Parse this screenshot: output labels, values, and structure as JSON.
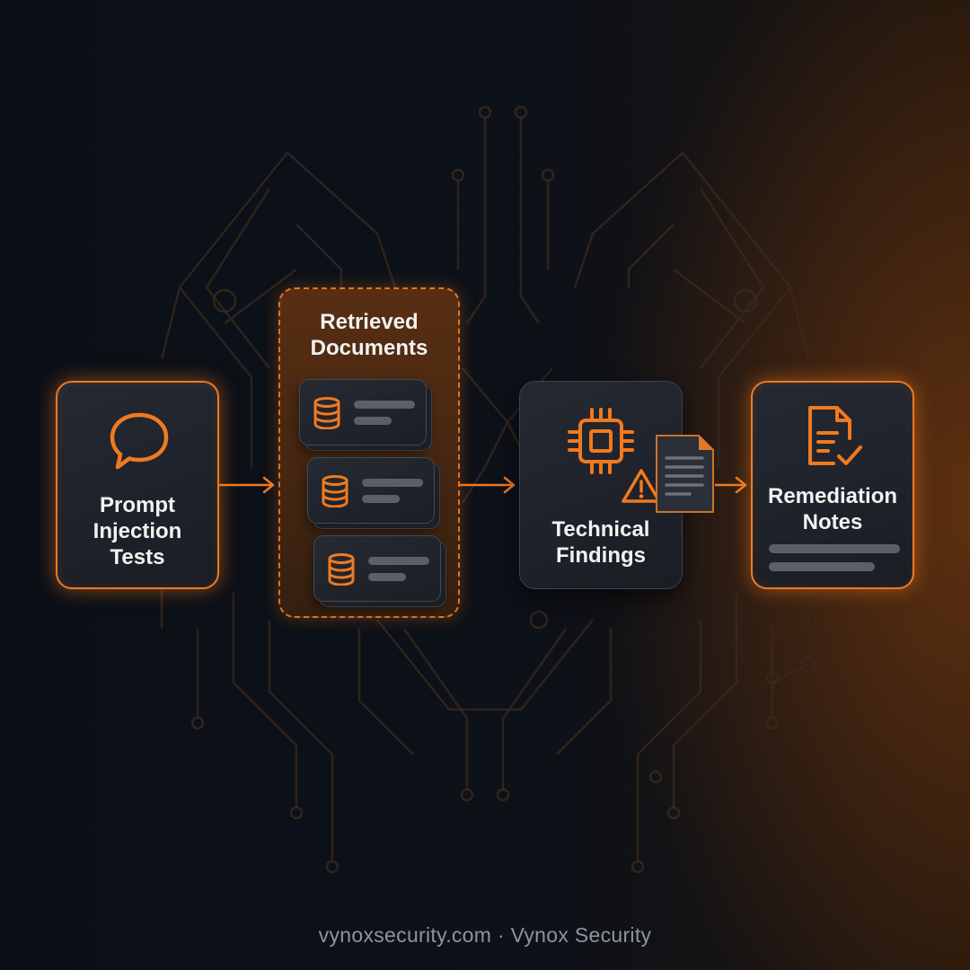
{
  "nodes": {
    "prompt_injection": {
      "label": "Prompt\nInjection\nTests",
      "icon": "speech-bubble-icon"
    },
    "retrieved_documents": {
      "label": "Retrieved\nDocuments",
      "icon": "database-icon",
      "items": 3
    },
    "technical_findings": {
      "label": "Technical\nFindings",
      "icons": [
        "cpu-chip-icon",
        "warning-triangle-icon",
        "document-icon"
      ]
    },
    "remediation_notes": {
      "label": "Remediation\nNotes",
      "icon": "document-check-icon"
    }
  },
  "footer": "vynoxsecurity.com · Vynox Security",
  "colors": {
    "accent": "#f07a1f",
    "background": "#0b0f17",
    "card": "#1f2229"
  }
}
